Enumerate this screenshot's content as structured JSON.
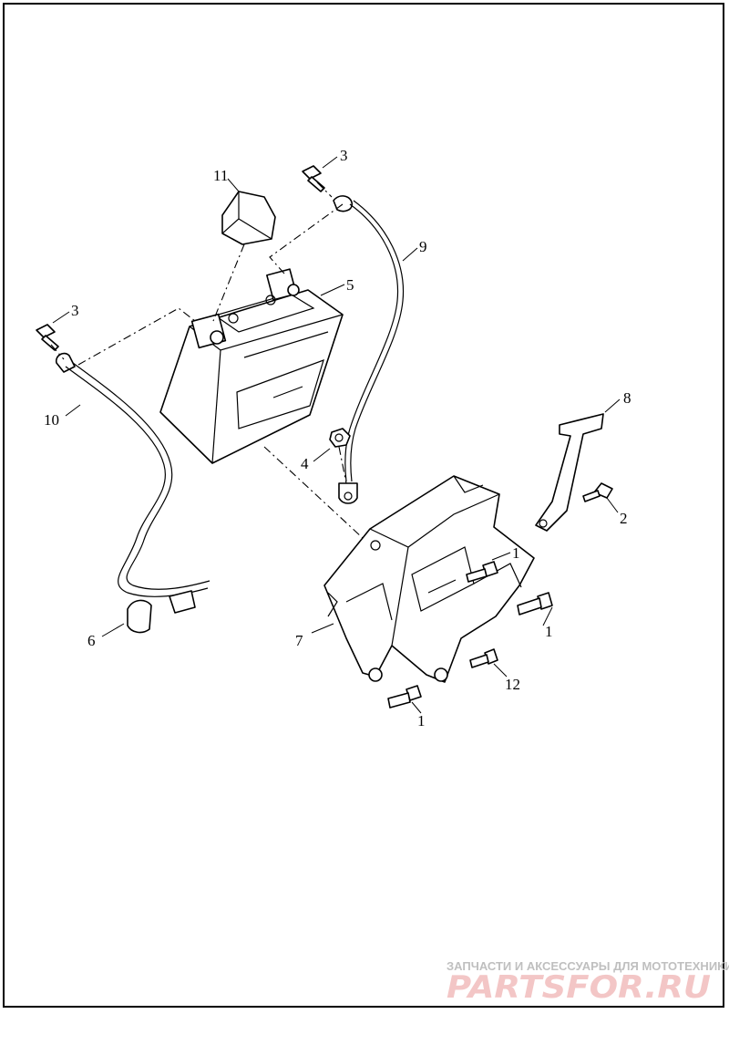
{
  "callouts": [
    {
      "id": "3a",
      "text": "3"
    },
    {
      "id": "11",
      "text": "11"
    },
    {
      "id": "9",
      "text": "9"
    },
    {
      "id": "5",
      "text": "5"
    },
    {
      "id": "3b",
      "text": "3"
    },
    {
      "id": "10",
      "text": "10"
    },
    {
      "id": "4",
      "text": "4"
    },
    {
      "id": "8",
      "text": "8"
    },
    {
      "id": "2",
      "text": "2"
    },
    {
      "id": "1a",
      "text": "1"
    },
    {
      "id": "1b",
      "text": "1"
    },
    {
      "id": "7",
      "text": "7"
    },
    {
      "id": "6",
      "text": "6"
    },
    {
      "id": "12",
      "text": "12"
    },
    {
      "id": "1c",
      "text": "1"
    }
  ],
  "watermark": {
    "tagline": "ЗАПЧАСТИ И АКСЕССУАРЫ ДЛЯ МОТОТЕХНИКИ",
    "logo": "PARTSFOR.RU"
  }
}
